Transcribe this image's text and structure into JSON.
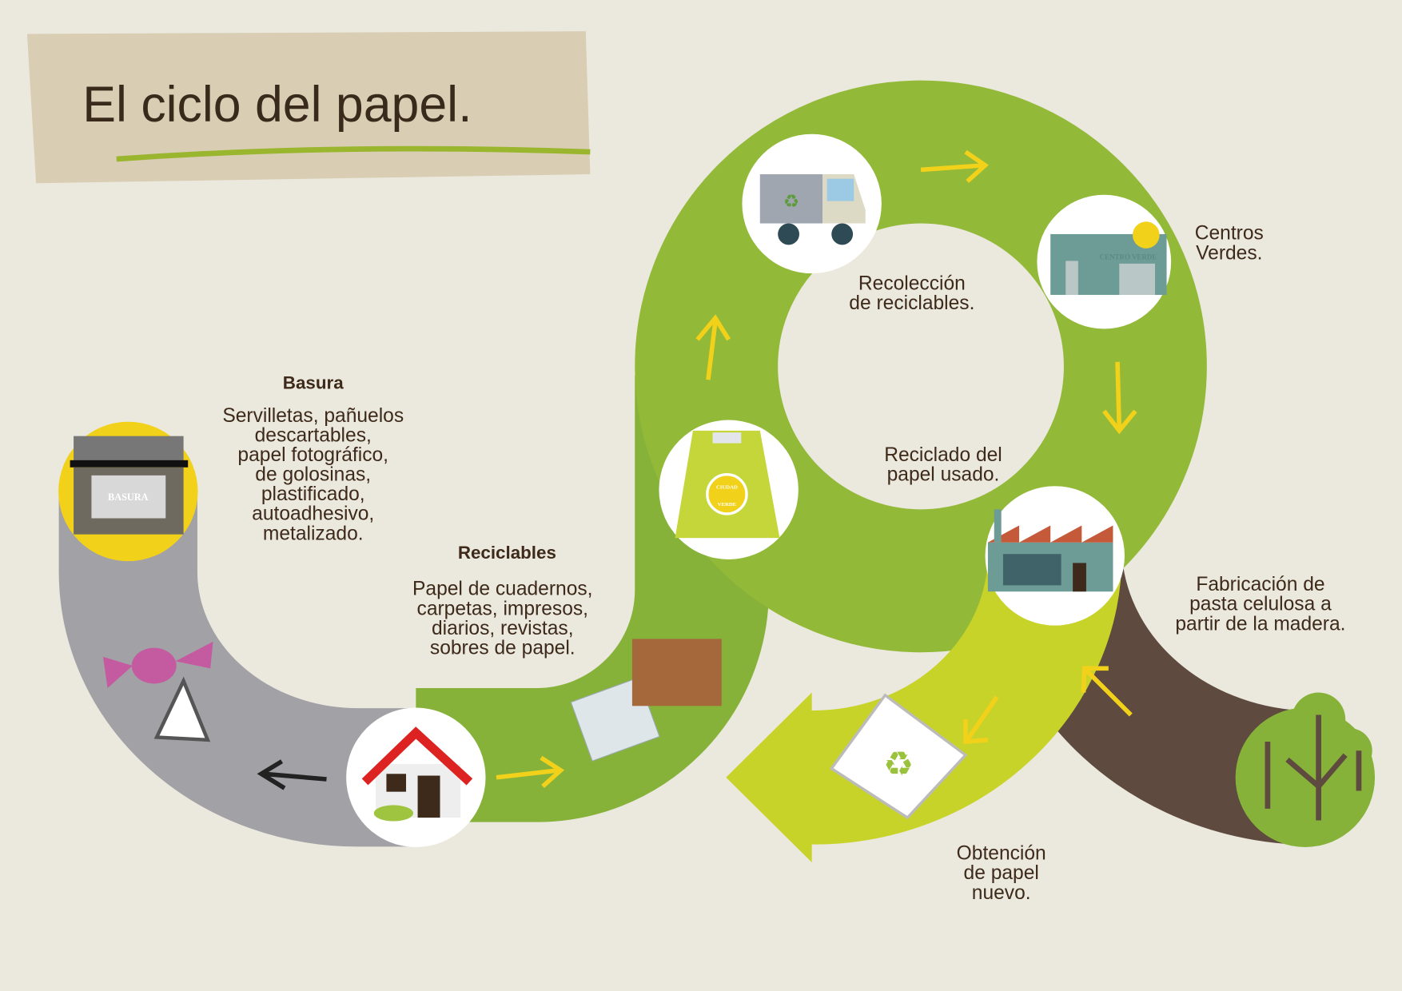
{
  "title": "El ciclo del papel.",
  "basura": {
    "heading": "Basura",
    "lines": [
      "Servilletas, pañuelos",
      "descartables,",
      "papel fotográfico,",
      "de golosinas,",
      "plastificado,",
      "autoadhesivo,",
      "metalizado."
    ],
    "badge": "BASURA"
  },
  "reciclables": {
    "heading": "Reciclables",
    "lines": [
      "Papel de cuadernos,",
      "carpetas, impresos,",
      "diarios, revistas,",
      "sobres de papel."
    ]
  },
  "steps": {
    "recoleccion": [
      "Recolección",
      "de reciclables."
    ],
    "centros": [
      "Centros",
      "Verdes."
    ],
    "centro_badge": "CENTRO VERDE",
    "bag_badge": [
      "CIUDAD",
      "VERDE"
    ],
    "reciclado": [
      "Reciclado del",
      "papel usado."
    ],
    "fabricacion": [
      "Fabricación de",
      "pasta celulosa a",
      "partir de la madera."
    ],
    "obtencion": [
      "Obtención",
      "de papel",
      "nuevo."
    ]
  },
  "colors": {
    "green": "#8ab63a",
    "lime": "#c8d32a",
    "brown": "#5e4a3e",
    "gray": "#a2a1a6",
    "yellow": "#f2d11a"
  }
}
